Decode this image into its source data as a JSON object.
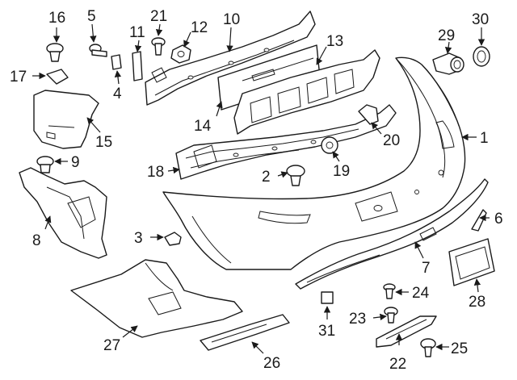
{
  "diagram": {
    "callouts": [
      {
        "id": "c1",
        "label": "1"
      },
      {
        "id": "c2",
        "label": "2"
      },
      {
        "id": "c3",
        "label": "3"
      },
      {
        "id": "c4",
        "label": "4"
      },
      {
        "id": "c5",
        "label": "5"
      },
      {
        "id": "c6",
        "label": "6"
      },
      {
        "id": "c7",
        "label": "7"
      },
      {
        "id": "c8",
        "label": "8"
      },
      {
        "id": "c9",
        "label": "9"
      },
      {
        "id": "c10",
        "label": "10"
      },
      {
        "id": "c11",
        "label": "11"
      },
      {
        "id": "c12",
        "label": "12"
      },
      {
        "id": "c13",
        "label": "13"
      },
      {
        "id": "c14",
        "label": "14"
      },
      {
        "id": "c15",
        "label": "15"
      },
      {
        "id": "c16",
        "label": "16"
      },
      {
        "id": "c17",
        "label": "17"
      },
      {
        "id": "c18",
        "label": "18"
      },
      {
        "id": "c19",
        "label": "19"
      },
      {
        "id": "c20",
        "label": "20"
      },
      {
        "id": "c21",
        "label": "21"
      },
      {
        "id": "c22",
        "label": "22"
      },
      {
        "id": "c23",
        "label": "23"
      },
      {
        "id": "c24",
        "label": "24"
      },
      {
        "id": "c25",
        "label": "25"
      },
      {
        "id": "c26",
        "label": "26"
      },
      {
        "id": "c27",
        "label": "27"
      },
      {
        "id": "c28",
        "label": "28"
      },
      {
        "id": "c29",
        "label": "29"
      },
      {
        "id": "c30",
        "label": "30"
      },
      {
        "id": "c31",
        "label": "31"
      }
    ]
  }
}
